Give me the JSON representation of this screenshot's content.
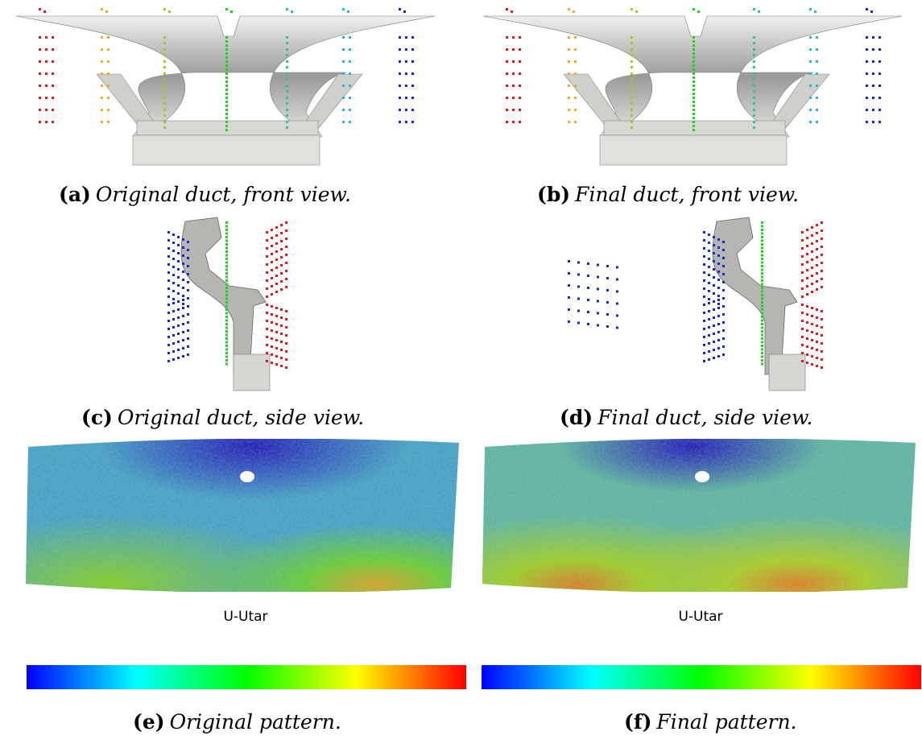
{
  "panels": {
    "a": {
      "letter": "(a)",
      "text": "Original duct, front view."
    },
    "b": {
      "letter": "(b)",
      "text": "Final duct, front view."
    },
    "c": {
      "letter": "(c)",
      "text": "Original duct, side view."
    },
    "d": {
      "letter": "(d)",
      "text": "Final duct, side view."
    },
    "e": {
      "letter": "(e)",
      "text": "Original pattern.",
      "scalar_label": "U-Utar"
    },
    "f": {
      "letter": "(f)",
      "text": "Final pattern.",
      "scalar_label": "U-Utar"
    }
  },
  "colors": {
    "duct_light": "#ededea",
    "duct_dark": "#8a8a8a",
    "probe_red": "#e5161b",
    "probe_orange": "#f5a623",
    "probe_yellowgreen": "#9acd1e",
    "probe_green": "#1ed41e",
    "probe_teal": "#22c7a8",
    "probe_cyan": "#2bb3e8",
    "probe_blue": "#1428d4",
    "colormap": [
      "#0000ff",
      "#00ffff",
      "#00ff00",
      "#ffff00",
      "#ff0000"
    ]
  }
}
